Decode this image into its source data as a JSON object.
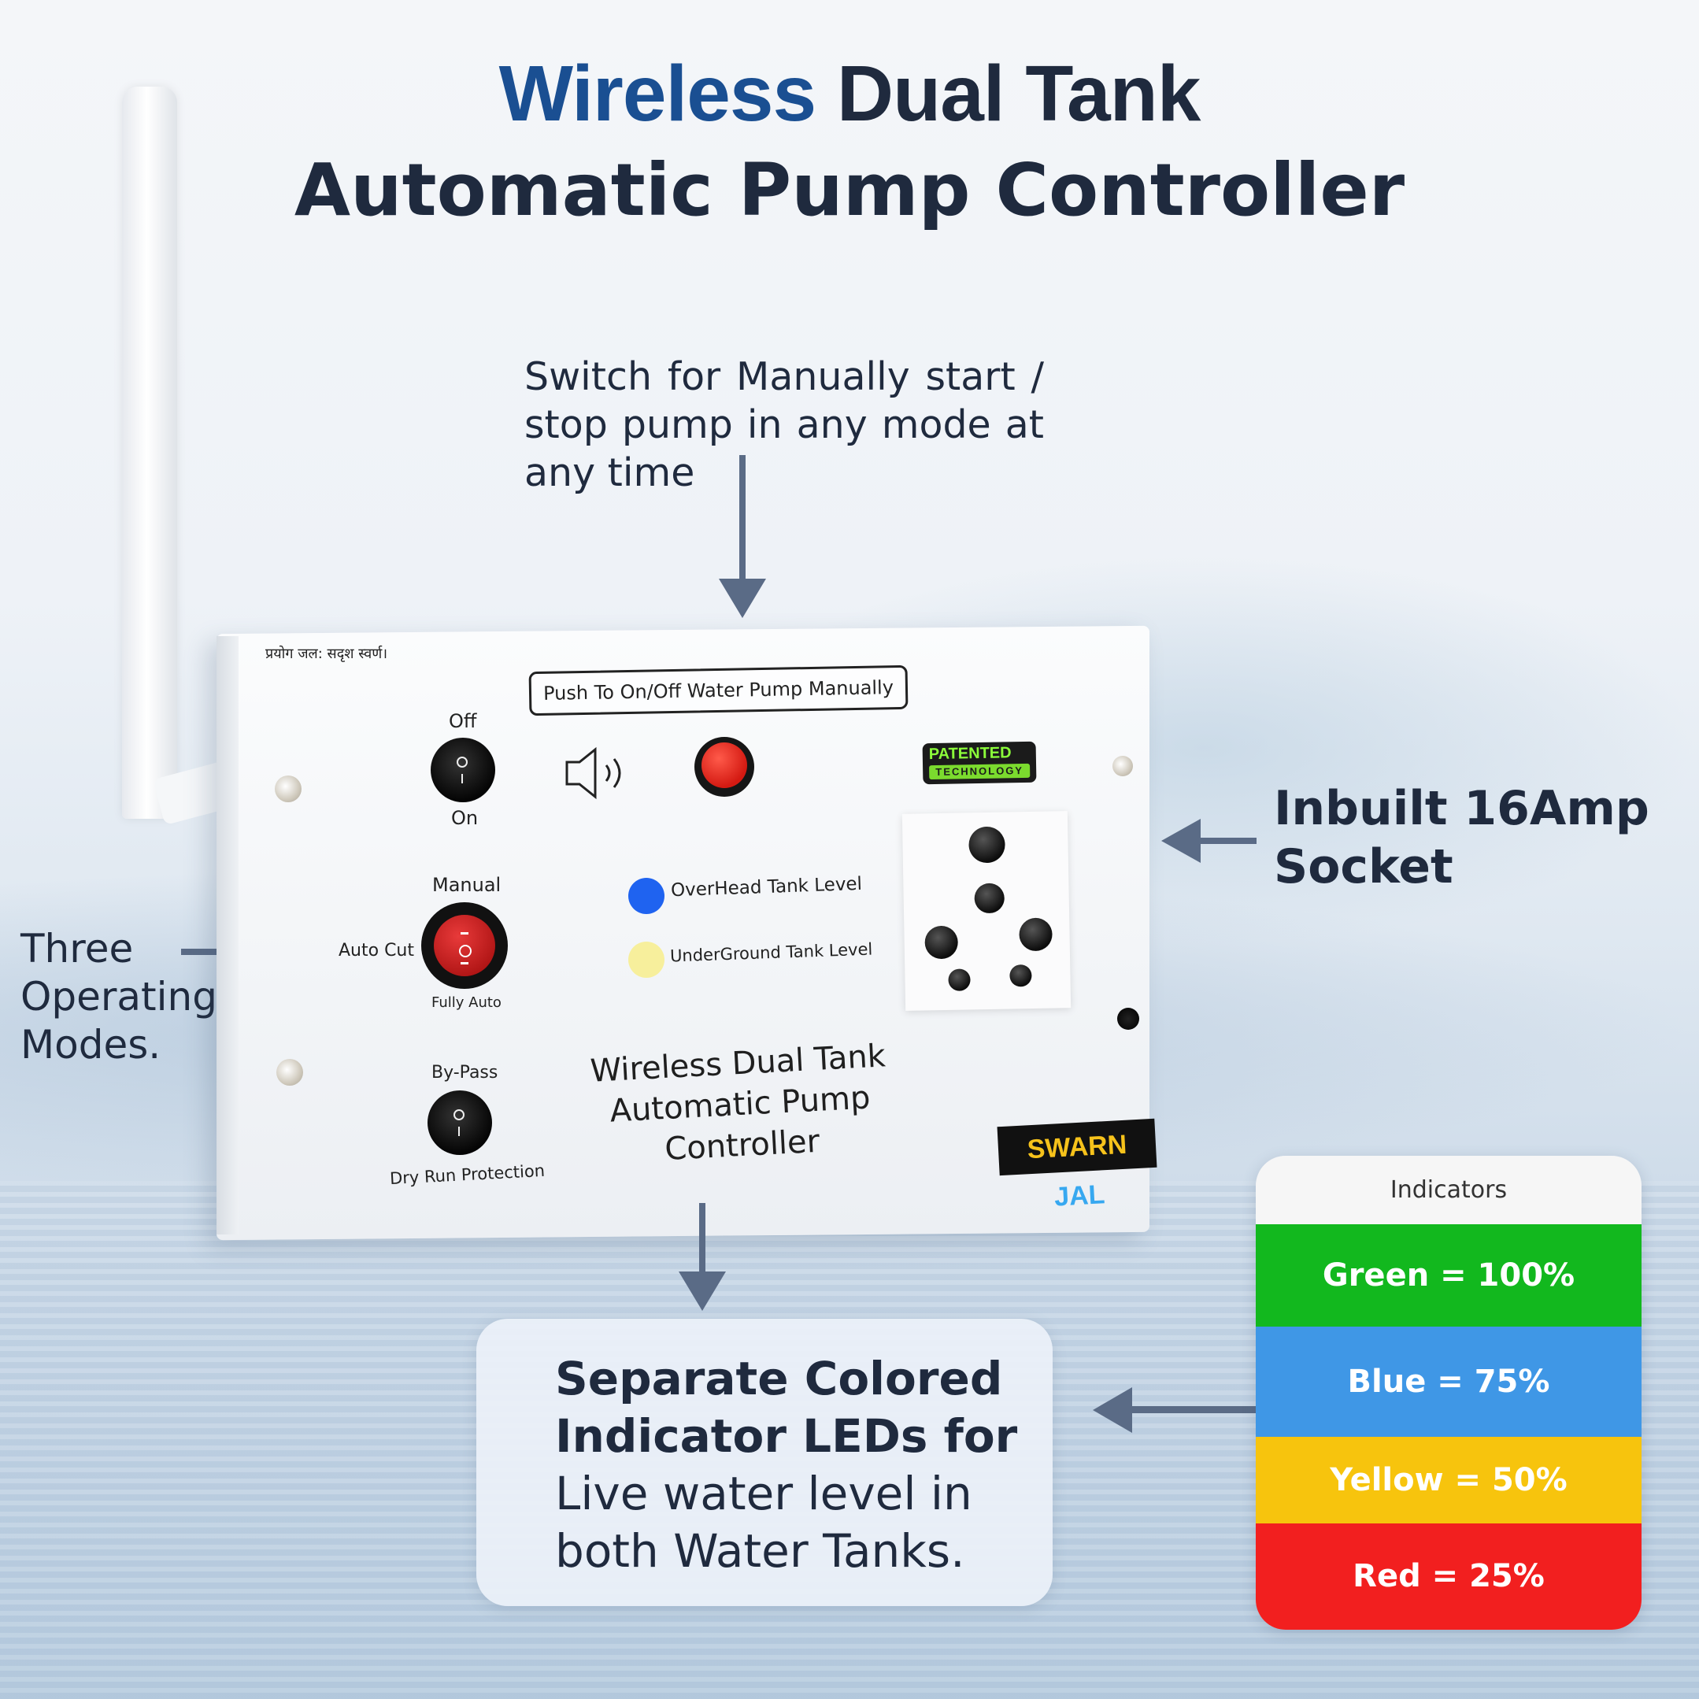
{
  "header": {
    "title_accent": "Wireless",
    "title_rest": "Dual Tank",
    "subtitle": "Automatic Pump Controller"
  },
  "callouts": {
    "switch": "Switch for Manually start / stop pump in any mode at any time",
    "socket_line1": "Inbuilt 16Amp",
    "socket_line2": "Socket",
    "modes_line1": "Three",
    "modes_line2": "Operating",
    "modes_line3": "Modes."
  },
  "device": {
    "hindi_motto": "प्रयोग जल: सदृश स्वर्ण।",
    "push_label": "Push To On/Off Water Pump Manually",
    "switch1_top": "Off",
    "switch1_bottom": "On",
    "mode_top": "Manual",
    "mode_left": "Auto Cut",
    "mode_bottom": "Fully Auto",
    "switch3_top": "By-Pass",
    "switch3_bottom": "Dry Run Protection",
    "led1_label": "OverHead Tank Level",
    "led2_label": "UnderGround Tank Level",
    "led1_color": "#1f63f0",
    "led2_color": "#f7ef9c",
    "patent_top": "PATENTED",
    "patent_bottom": "TECHNOLOGY",
    "title_line1": "Wireless Dual Tank",
    "title_line2": "Automatic Pump",
    "title_line3": "Controller",
    "brand_part1": "SWARN",
    "brand_part2": "JAL",
    "speaker_icon": "speaker-icon"
  },
  "led_info": {
    "bold_line1": "Separate Colored",
    "bold_line2": "Indicator LEDs for",
    "line3": "Live water level in",
    "line4": "both Water Tanks."
  },
  "indicators": {
    "heading": "Indicators",
    "rows": [
      {
        "label": "Green = 100%",
        "color": "#12b81e"
      },
      {
        "label": "Blue = 75%",
        "color": "#3f97e6"
      },
      {
        "label": "Yellow = 50%",
        "color": "#f7c40d"
      },
      {
        "label": "Red = 25%",
        "color": "#f21f1f"
      }
    ]
  }
}
